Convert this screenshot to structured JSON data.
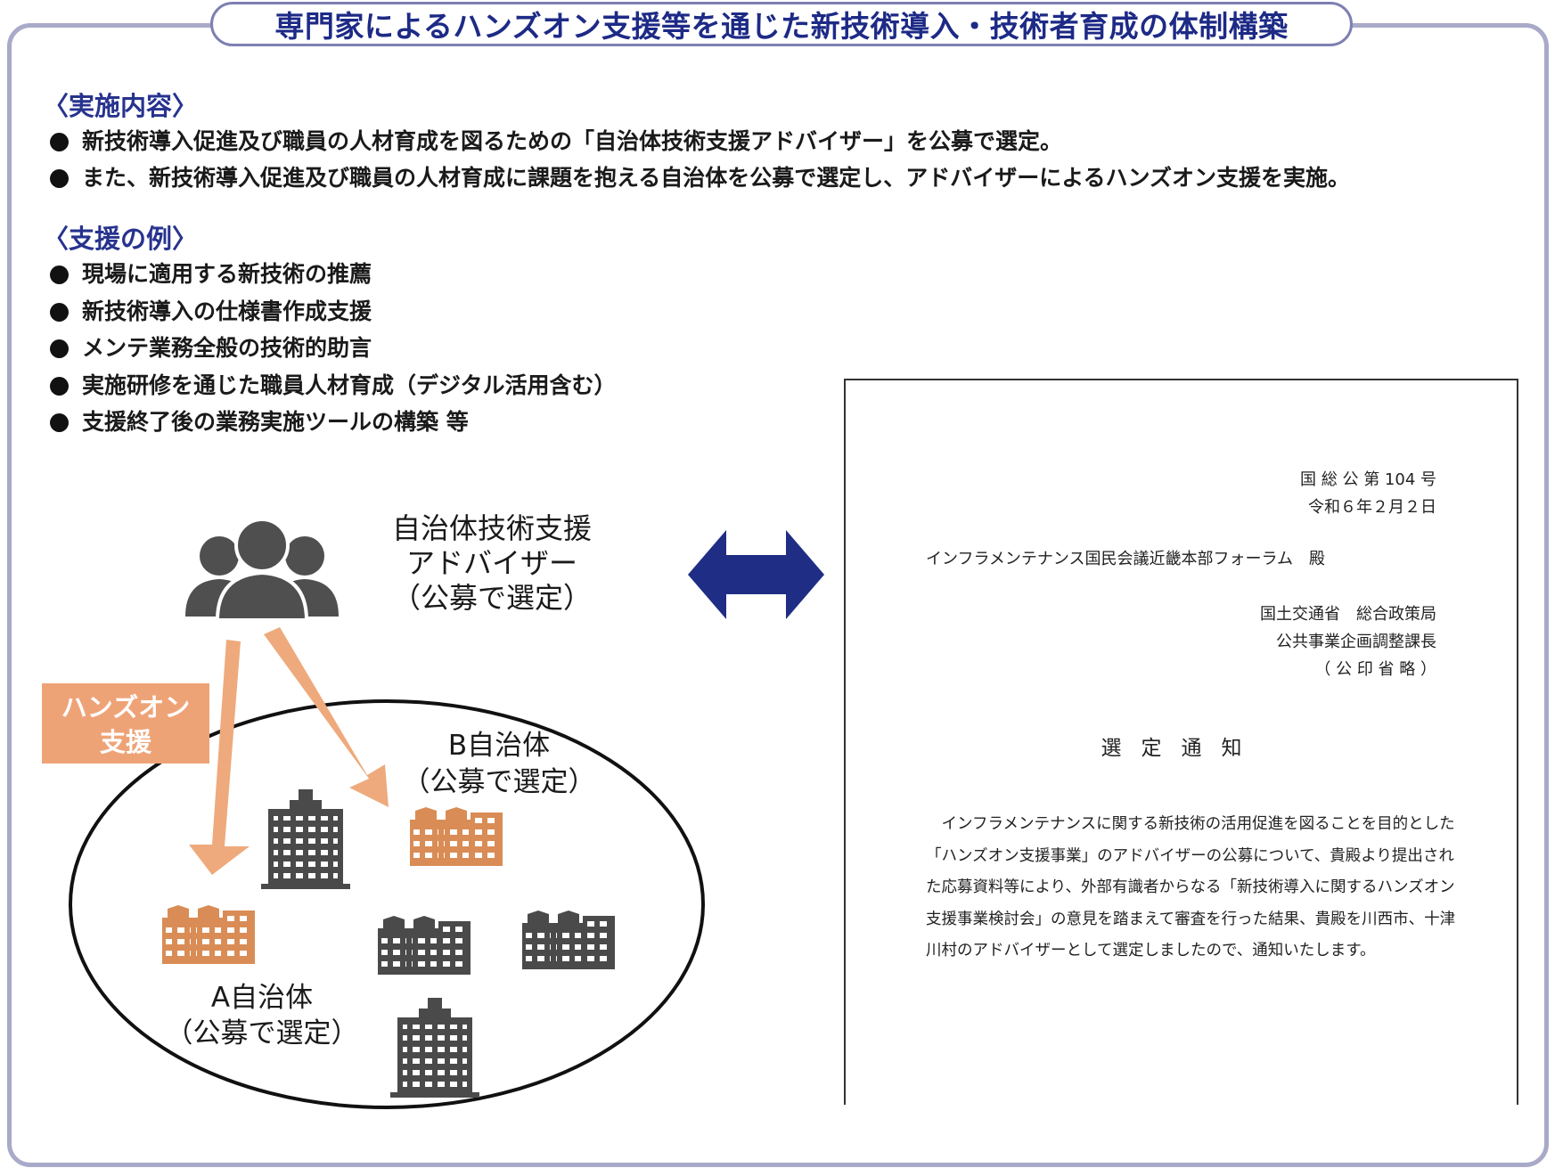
{
  "title": "専門家によるハンズオン支援等を通じた新技術導入・技術者育成の体制構築",
  "implementation": {
    "heading": "〈実施内容〉",
    "items": [
      "新技術導入促進及び職員の人材育成を図るための「自治体技術支援アドバイザー」を公募で選定。",
      "また、新技術導入促進及び職員の人材育成に課題を抱える自治体を公募で選定し、アドバイザーによるハンズオン支援を実施。"
    ]
  },
  "examples": {
    "heading": "〈支援の例〉",
    "items": [
      "現場に適用する新技術の推薦",
      "新技術導入の仕様書作成支援",
      "メンテ業務全般の技術的助言",
      "実施研修を通じた職員人材育成（デジタル活用含む）",
      "支援終了後の業務実施ツールの構築 等"
    ]
  },
  "diagram": {
    "advisor_label": [
      "自治体技術支援",
      "アドバイザー",
      "（公募で選定）"
    ],
    "handson_label": [
      "ハンズオン",
      "支援"
    ],
    "municipality_b": [
      "B自治体",
      "（公募で選定）"
    ],
    "municipality_a": [
      "A自治体",
      "（公募で選定）"
    ],
    "colors": {
      "arrow_orange": "#eeaa7c",
      "badge_orange": "#eea377",
      "building_orange": "#d98c55",
      "building_gray": "#4a4a4a",
      "people_gray": "#4f4f4f",
      "double_arrow": "#1f2d84"
    },
    "icons": [
      "people-group-icon",
      "building-icon",
      "double-arrow-icon"
    ]
  },
  "notice": {
    "number": "国 総 公 第 104 号",
    "date": "令和６年２月２日",
    "addressee": "インフラメンテナンス国民会議近畿本部フォーラム　殿",
    "sender_org": "国土交通省　総合政策局",
    "sender_title": "公共事業企画調整課長",
    "seal_note": "（ 公 印 省 略 ）",
    "heading": "選定通知",
    "body": "インフラメンテナンスに関する新技術の活用促進を図ることを目的とした「ハンズオン支援事業」のアドバイザーの公募について、貴殿より提出された応募資料等により、外部有識者からなる「新技術導入に関するハンズオン支援事業検討会」の意見を踏まえて審査を行った結果、貴殿を川西市、十津川村のアドバイザーとして選定しましたので、通知いたします。"
  }
}
